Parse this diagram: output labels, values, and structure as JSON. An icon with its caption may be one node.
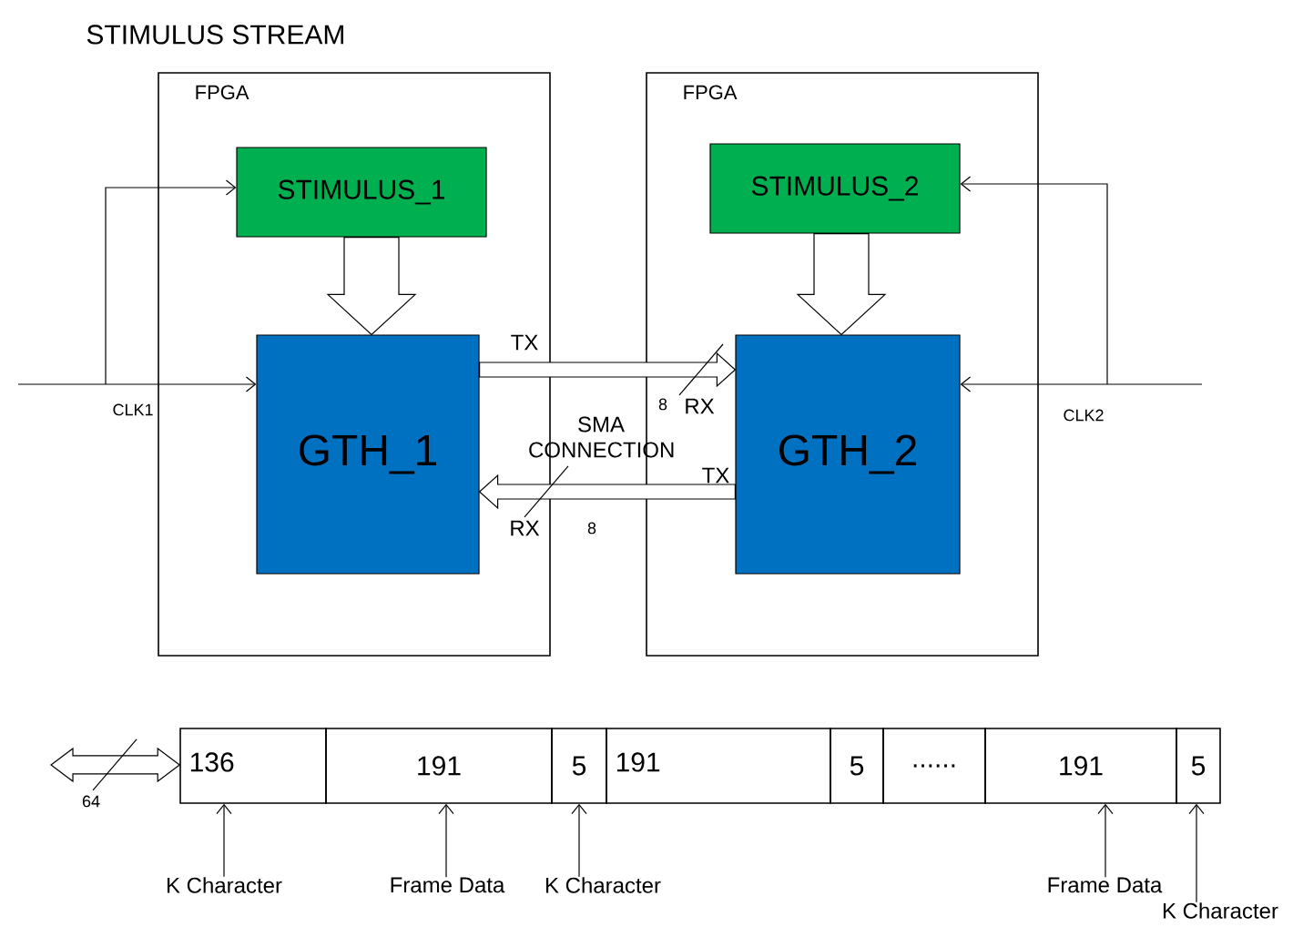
{
  "diagram": {
    "title": "STIMULUS STREAM",
    "nodes": [
      {
        "text": [
          "FPGA"
        ]
      },
      {
        "text": [
          "STIMULUS_1"
        ],
        "in": 0
      },
      {
        "text": [
          "GTH_1"
        ],
        "in": 0
      },
      {
        "text": [
          "FPGA"
        ]
      },
      {
        "text": [
          "STIMULUS_2"
        ],
        "in": 3
      },
      {
        "text": [
          "GTH_2"
        ],
        "in": 3
      },
      {
        "text": [
          "136"
        ]
      },
      {
        "text": [
          "191"
        ]
      },
      {
        "text": [
          "5"
        ]
      },
      {
        "text": [
          "191"
        ]
      },
      {
        "text": [
          "5"
        ]
      },
      {
        "text": [
          "......"
        ]
      },
      {
        "text": [
          "191"
        ]
      },
      {
        "text": [
          "5"
        ]
      },
      {
        "text": [
          "K Character"
        ]
      },
      {
        "text": [
          "Frame Data"
        ]
      },
      {
        "text": [
          "K Character"
        ]
      },
      {
        "text": [
          "Frame Data"
        ]
      },
      {
        "text": [
          "K Character"
        ]
      }
    ],
    "edges": [
      {
        "from": null,
        "to": 2,
        "arrow": "to",
        "label": "CLK1"
      },
      {
        "from": null,
        "to": 1,
        "arrow": "to"
      },
      {
        "from": 1,
        "to": 2,
        "arrow": "to",
        "style": "thick"
      },
      {
        "from": 2,
        "to": 5,
        "arrow": "to",
        "style": "thick",
        "label": "8"
      },
      {
        "from": 5,
        "to": 2,
        "arrow": "to",
        "style": "thick",
        "label": "8"
      },
      {
        "from": 4,
        "to": 5,
        "arrow": "to",
        "style": "thick"
      },
      {
        "from": null,
        "to": 5,
        "arrow": "to",
        "label": "CLK2"
      },
      {
        "from": null,
        "to": 4,
        "arrow": "to"
      },
      {
        "from": null,
        "to": 6,
        "arrow": "both",
        "style": "thick",
        "label": "64"
      },
      {
        "from": 14,
        "to": 6,
        "arrow": "to"
      },
      {
        "from": 15,
        "to": 7,
        "arrow": "to"
      },
      {
        "from": 16,
        "to": 8,
        "arrow": "to"
      },
      {
        "from": 17,
        "to": 12,
        "arrow": "to"
      },
      {
        "from": 18,
        "to": 13,
        "arrow": "to"
      }
    ],
    "labels": [
      "TX",
      "RX",
      "SMA CONNECTION",
      "TX",
      "RX"
    ]
  }
}
